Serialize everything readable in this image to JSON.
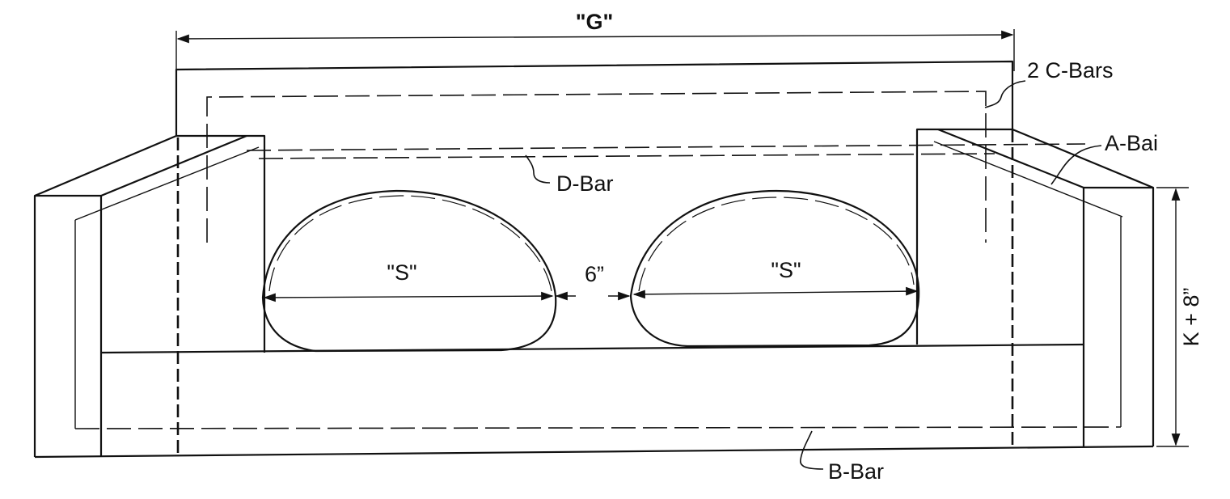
{
  "labels": {
    "overall_width": "\"G\"",
    "c_bars": "2 C-Bars",
    "a_bar": "A-Bai",
    "d_bar": "D-Bar",
    "b_bar": "B-Bar",
    "seat_left": "\"S\"",
    "seat_right": "\"S\"",
    "gap": "6”",
    "height": "K + 8”"
  },
  "colors": {
    "ink": "#111111",
    "paper": "#ffffff"
  }
}
